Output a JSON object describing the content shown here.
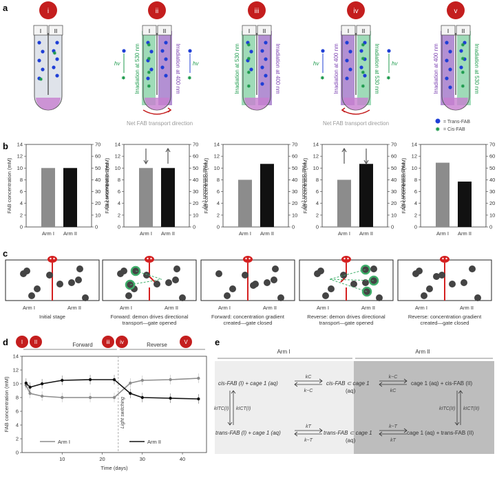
{
  "panel_labels": [
    "a",
    "b",
    "c",
    "d",
    "e"
  ],
  "step_badges": [
    "i",
    "ii",
    "iii",
    "iv",
    "v"
  ],
  "arm_labels": [
    "I",
    "II"
  ],
  "tubes": [
    {
      "left": "",
      "right": ""
    },
    {
      "left": "Irradiation at 530 nm",
      "right": "Irradiation at 400 nm"
    },
    {
      "left": "Irradiation at 530 nm",
      "right": "Irradiation at 400 nm"
    },
    {
      "left": "Irradiation at 400 nm",
      "right": "Irradiation at 530 nm"
    },
    {
      "left": "Irradiation at 400 nm",
      "right": "Irradiation at 530 nm"
    }
  ],
  "hv": "hv",
  "net_transport": "Net FAB transport direction",
  "legend": {
    "trans": "= Trans-FAB",
    "cis": "= Cis-FAB"
  },
  "colors": {
    "trans": "#1f3fd6",
    "cis": "#1f9b4e",
    "red": "#c41e1e",
    "green_beam": "#7fcfa0",
    "purple_beam": "#9a6bc4",
    "arm1": "#8c8c8c",
    "arm2": "#111111"
  },
  "bar_axes": {
    "ylabel_left": "FAB concentration (mM)",
    "ylabel_right": "FAB distribution (%)",
    "left_ticks": [
      "0",
      "2",
      "4",
      "6",
      "8",
      "10",
      "12",
      "14"
    ],
    "right_ticks": [
      "0",
      "10",
      "20",
      "30",
      "40",
      "50",
      "60",
      "70"
    ],
    "xcats": [
      "Arm I",
      "Arm II"
    ]
  },
  "bars": [
    {
      "arm1": 10.0,
      "arm2": 10.0
    },
    {
      "arm1": 10.0,
      "arm2": 10.0
    },
    {
      "arm1": 8.0,
      "arm2": 10.7
    },
    {
      "arm1": 8.0,
      "arm2": 10.7
    },
    {
      "arm1": 10.9,
      "arm2": 7.7
    }
  ],
  "demon_panels": [
    {
      "caption": "Initial stage"
    },
    {
      "caption": "Forward: demon drives directional transport—gate opened"
    },
    {
      "caption": "Forward: concentration gradient created—gate closed"
    },
    {
      "caption": "Reverse: demon drives directional transport—gate opened"
    },
    {
      "caption": "Reverse: concentration gradient created—gate closed"
    }
  ],
  "demon_arms": [
    "Arm I",
    "Arm II"
  ],
  "timecourse": {
    "forward": "Forward",
    "reverse": "Reverse",
    "badges": [
      "I",
      "II",
      "iii",
      "iv",
      "V"
    ],
    "switch_label": "Light switching",
    "ylabel": "FAB concentration (mM)",
    "xlabel": "Time (days)",
    "yticks": [
      "0",
      "2",
      "4",
      "6",
      "8",
      "10",
      "12",
      "14"
    ],
    "xticks": [
      "10",
      "20",
      "30",
      "40"
    ],
    "legend": [
      "Arm I",
      "Arm II"
    ]
  },
  "chart_data": {
    "type": "scatter",
    "xlabel": "Time (days)",
    "ylabel": "FAB concentration (mM)",
    "xlim": [
      0,
      46
    ],
    "ylim": [
      0,
      14
    ],
    "series": [
      {
        "name": "Arm I",
        "x": [
          1,
          2,
          5,
          10,
          17,
          23,
          27,
          30,
          37,
          44
        ],
        "y": [
          9.8,
          8.6,
          8.2,
          8.0,
          8.0,
          8.0,
          10.1,
          10.5,
          10.6,
          10.8
        ]
      },
      {
        "name": "Arm II",
        "x": [
          1,
          2,
          5,
          10,
          17,
          23,
          27,
          30,
          37,
          44
        ],
        "y": [
          10.1,
          9.5,
          10.0,
          10.5,
          10.6,
          10.6,
          8.6,
          8.0,
          7.9,
          7.8
        ]
      }
    ]
  },
  "scheme": {
    "arm1": "Arm I",
    "arm2": "Arm II",
    "r1": "cis-FAB (I) + cage 1 (aq)",
    "r2": "cis-FAB ⊂ cage 1",
    "r2b": "(aq)",
    "r3": "cage 1 (aq) + cis-FAB (II)",
    "r4": "trans-FAB (I) + cage 1 (aq)",
    "r5": "trans-FAB ⊂ cage 1",
    "r5b": "(aq)",
    "r6": "cage 1 (aq) + trans-FAB (II)",
    "kc": "kC",
    "kmc": "k−C",
    "kt": "kT",
    "kmt": "k−T",
    "kitc1": "kITC(I)",
    "kict1": "kICT(I)",
    "kitc2": "kITC(II)",
    "kict2": "kICT(II)"
  }
}
